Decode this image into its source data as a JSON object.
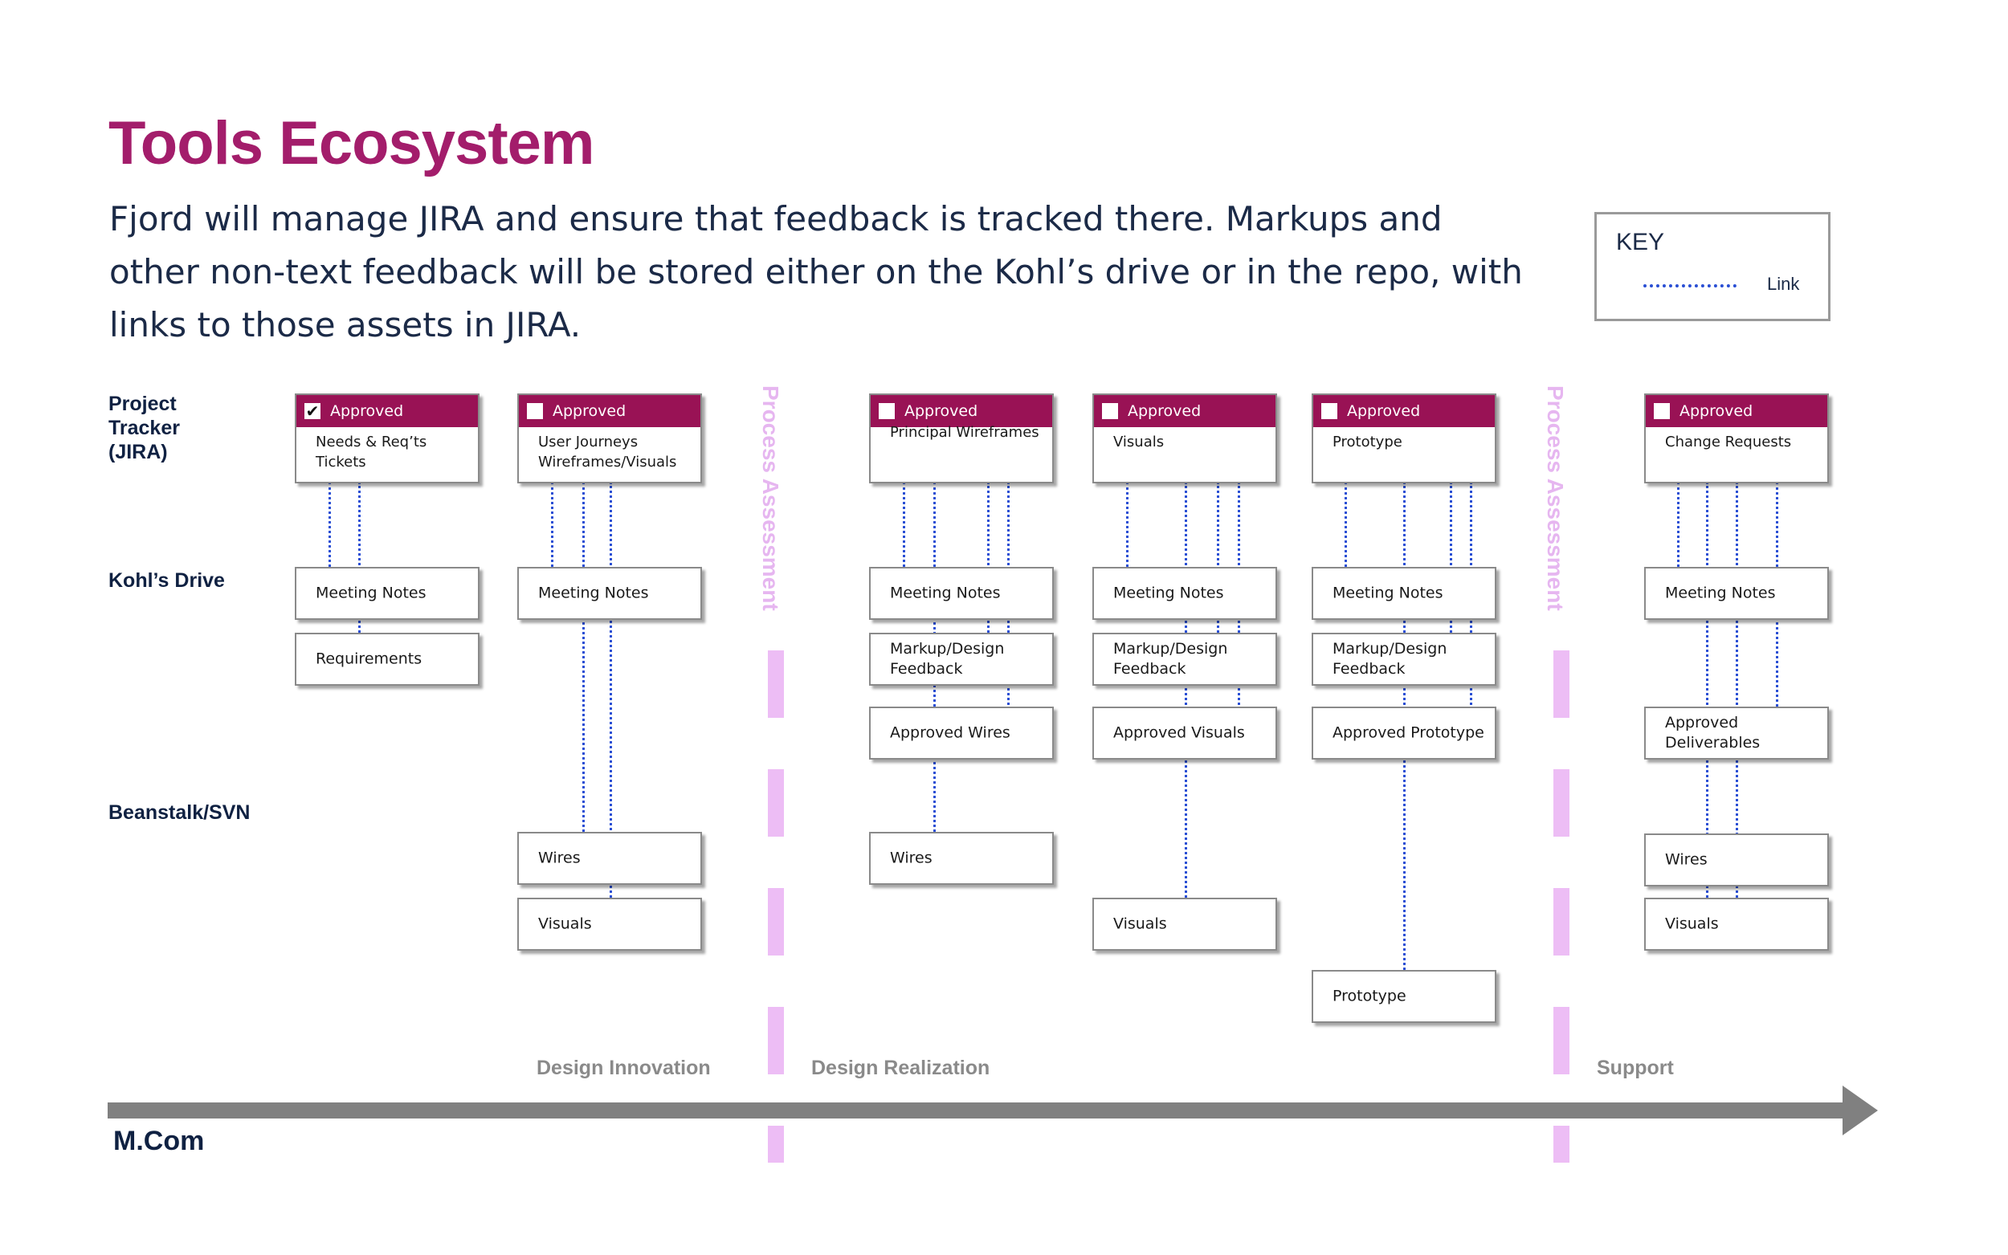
{
  "title": "Tools Ecosystem",
  "subtitle": "Fjord will manage JIRA and ensure that feedback is tracked there. Markups and other non-text feedback will be stored either on the Kohl’s drive or in the repo, with links to those assets in JIRA.",
  "key": {
    "title": "KEY",
    "link_label": "Link"
  },
  "rows": {
    "jira": "Project Tracker (JIRA)",
    "drive": "Kohl’s Drive",
    "svn": "Beanstalk/SVN"
  },
  "jira_cards": [
    {
      "approved": "Approved",
      "checked": true,
      "label": "Needs & Req’ts Tickets"
    },
    {
      "approved": "Approved",
      "checked": false,
      "label": "User Journeys Wireframes/Visuals"
    },
    {
      "approved": "Approved",
      "checked": false,
      "label": "Principal Wireframes"
    },
    {
      "approved": "Approved",
      "checked": false,
      "label": "Visuals"
    },
    {
      "approved": "Approved",
      "checked": false,
      "label": "Prototype"
    },
    {
      "approved": "Approved",
      "checked": false,
      "label": "Change Requests"
    }
  ],
  "boxes": {
    "c1_meeting": "Meeting Notes",
    "c1_requirements": "Requirements",
    "c2_meeting": "Meeting Notes",
    "c2_wires": "Wires",
    "c2_visuals": "Visuals",
    "c3_meeting": "Meeting Notes",
    "c3_markup": "Markup/Design Feedback",
    "c3_approved": "Approved Wires",
    "c3_wires": "Wires",
    "c4_meeting": "Meeting Notes",
    "c4_markup": "Markup/Design Feedback",
    "c4_approved": "Approved Visuals",
    "c4_visuals": "Visuals",
    "c5_meeting": "Meeting Notes",
    "c5_markup": "Markup/Design Feedback",
    "c5_approved": "Approved Prototype",
    "c5_prototype": "Prototype",
    "c6_meeting": "Meeting Notes",
    "c6_approved": "Approved Deliverables",
    "c6_wires": "Wires",
    "c6_visuals": "Visuals"
  },
  "process_assessment": "Process Assessment",
  "phases": {
    "innovation": "Design Innovation",
    "realization": "Design Realization",
    "support": "Support"
  },
  "timeline_label": "M.Com",
  "colors": {
    "title": "#a31d6b",
    "jira_header": "#991255",
    "link": "#2a4fd4",
    "process_bar": "#edbdf5",
    "arrow": "#808080"
  }
}
